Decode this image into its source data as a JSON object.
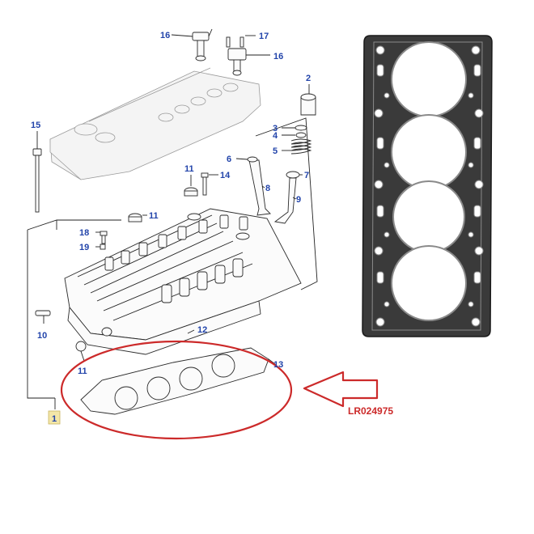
{
  "diagram": {
    "callouts": [
      {
        "id": "c16a",
        "label": "16"
      },
      {
        "id": "c17",
        "label": "17"
      },
      {
        "id": "c16b",
        "label": "16"
      },
      {
        "id": "c2",
        "label": "2"
      },
      {
        "id": "c15",
        "label": "15"
      },
      {
        "id": "c3",
        "label": "3"
      },
      {
        "id": "c4",
        "label": "4"
      },
      {
        "id": "c5",
        "label": "5"
      },
      {
        "id": "c6",
        "label": "6"
      },
      {
        "id": "c11a",
        "label": "11"
      },
      {
        "id": "c14",
        "label": "14"
      },
      {
        "id": "c7",
        "label": "7"
      },
      {
        "id": "c8",
        "label": "8"
      },
      {
        "id": "c9",
        "label": "9"
      },
      {
        "id": "c11b",
        "label": "11"
      },
      {
        "id": "c18",
        "label": "18"
      },
      {
        "id": "c19",
        "label": "19"
      },
      {
        "id": "c10",
        "label": "10"
      },
      {
        "id": "c12",
        "label": "12"
      },
      {
        "id": "c11c",
        "label": "11"
      },
      {
        "id": "c13",
        "label": "13"
      },
      {
        "id": "c1",
        "label": "1"
      }
    ],
    "part_number": "LR024975",
    "colors": {
      "highlight_ellipse": "#cc2a2a",
      "arrow": "#cc2a2a",
      "callout_text": "#2244aa",
      "gasket_body": "#3a3a3a",
      "index_box": "#f3e6a8"
    }
  }
}
